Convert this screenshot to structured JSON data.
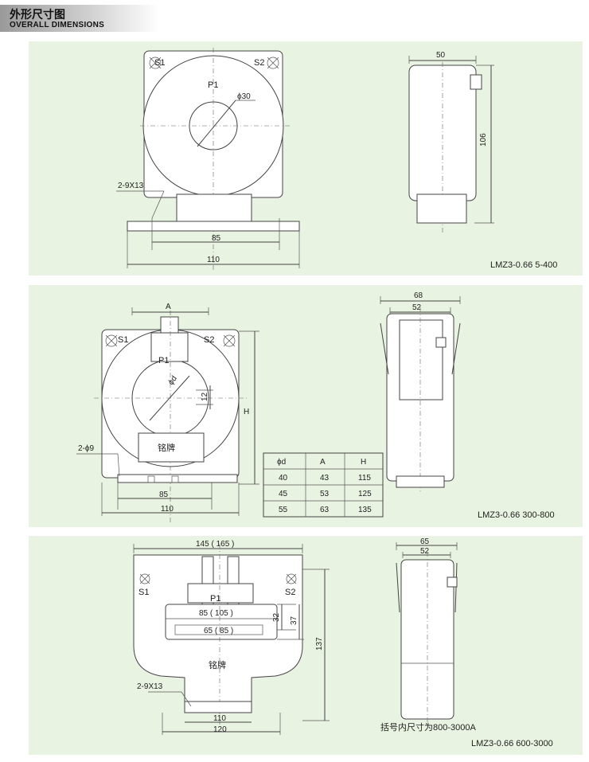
{
  "header": {
    "title_cn": "外形尺寸图",
    "title_en": "OVERALL DIMENSIONS"
  },
  "panel1": {
    "model": "LMZ3-0.66 5-400",
    "s1": "S1",
    "s2": "S2",
    "p1": "P1",
    "dia": "ϕ30",
    "holes": "2-9X13",
    "dim_85": "85",
    "dim_110": "110",
    "dim_50": "50",
    "dim_106": "106"
  },
  "panel2": {
    "model": "LMZ3-0.66 300-800",
    "s1": "S1",
    "s2": "S2",
    "p1": "P1",
    "dim_a": "A",
    "dim_h": "H",
    "dim_d": "ϕd",
    "dim_12": "12",
    "holes": "2-ϕ9",
    "nameplate": "铭牌",
    "dim_85": "85",
    "dim_110": "110",
    "dim_68": "68",
    "dim_52": "52",
    "table": {
      "headers": [
        "ϕd",
        "A",
        "H"
      ],
      "rows": [
        [
          "40",
          "43",
          "115"
        ],
        [
          "45",
          "53",
          "125"
        ],
        [
          "55",
          "63",
          "135"
        ]
      ]
    }
  },
  "panel3": {
    "model": "LMZ3-0.66 600-3000",
    "s1": "S1",
    "s2": "S2",
    "p1": "P1",
    "dim_145": "145 ( 165 )",
    "dim_85": "85 ( 105 )",
    "dim_65": "65 ( 85 )",
    "dim_32": "32",
    "dim_37": "37",
    "dim_137": "137",
    "nameplate": "铭牌",
    "holes": "2-9X13",
    "dim_110": "110",
    "dim_120": "120",
    "dim_65b": "65",
    "dim_52": "52",
    "note": "括号内尺寸为800-3000A"
  }
}
